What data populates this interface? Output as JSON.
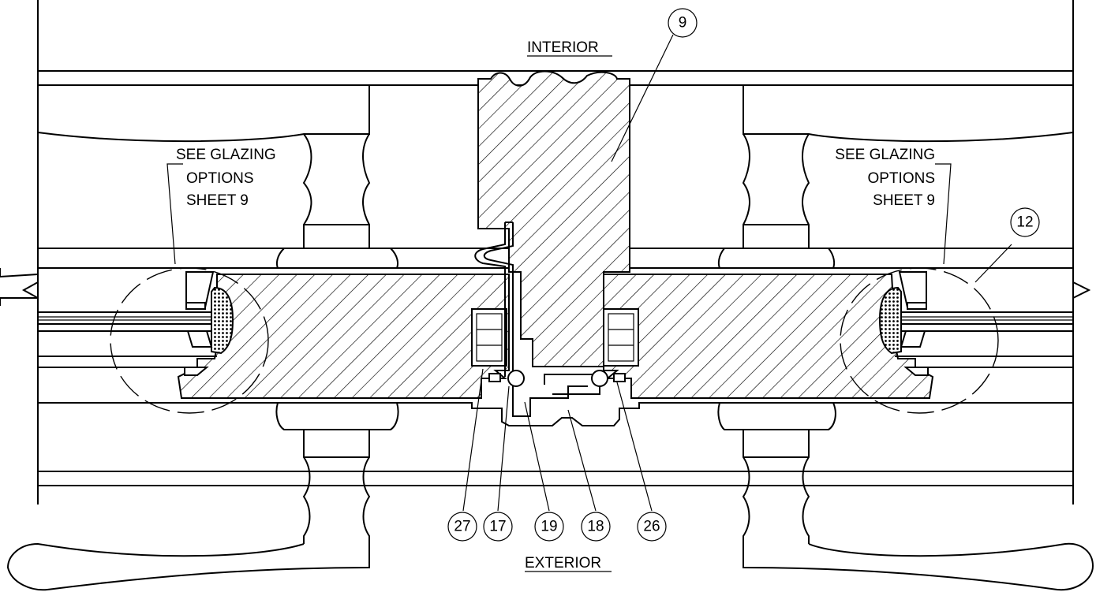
{
  "labels": {
    "interior": "INTERIOR",
    "exterior": "EXTERIOR",
    "glazing_left": [
      "SEE GLAZING",
      "OPTIONS",
      "SHEET 9"
    ],
    "glazing_right": [
      "SEE GLAZING",
      "OPTIONS",
      "SHEET 9"
    ]
  },
  "callouts": [
    "9",
    "12",
    "27",
    "17",
    "19",
    "18",
    "26"
  ],
  "colors": {
    "line": "#000000",
    "background": "#ffffff"
  }
}
